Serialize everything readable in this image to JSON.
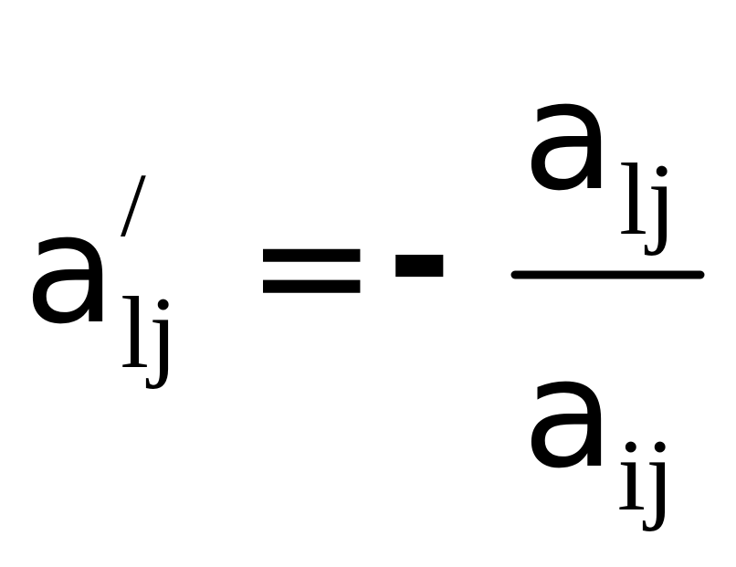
{
  "formula": {
    "lhs": {
      "base": "a",
      "prime": "/",
      "subscript": "lj"
    },
    "equals": "=",
    "minus": "-",
    "fraction": {
      "numerator": {
        "base": "a",
        "subscript": "lj"
      },
      "denominator": {
        "base": "a",
        "subscript": "ij"
      }
    }
  },
  "colors": {
    "ink": "#000000",
    "background": "#ffffff"
  }
}
